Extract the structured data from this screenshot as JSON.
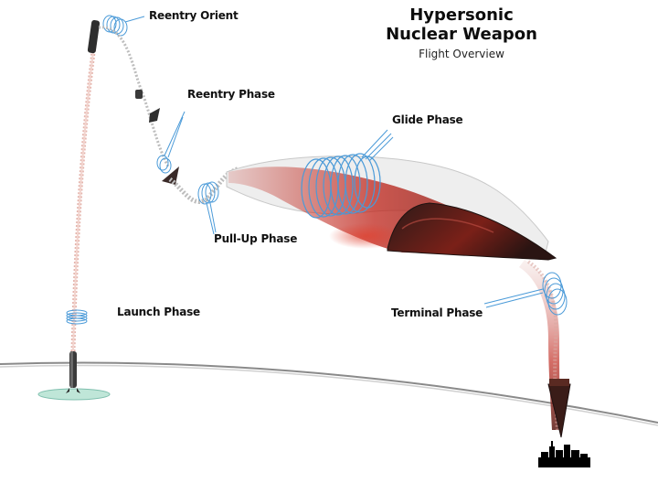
{
  "title": {
    "line1": "Hypersonic",
    "line2": "Nuclear Weapon",
    "subtitle": "Flight Overview"
  },
  "phases": {
    "reentry_orient": "Reentry Orient",
    "reentry": "Reentry Phase",
    "glide": "Glide Phase",
    "pull_up": "Pull-Up Phase",
    "launch": "Launch Phase",
    "terminal": "Terminal Phase"
  },
  "colors": {
    "trail_red": "#c0281e",
    "ring_blue": "#4a9ad8",
    "vehicle_dark": "#3a2320",
    "ground_line": "#999999",
    "launch_pad": "#bfe6d8"
  }
}
